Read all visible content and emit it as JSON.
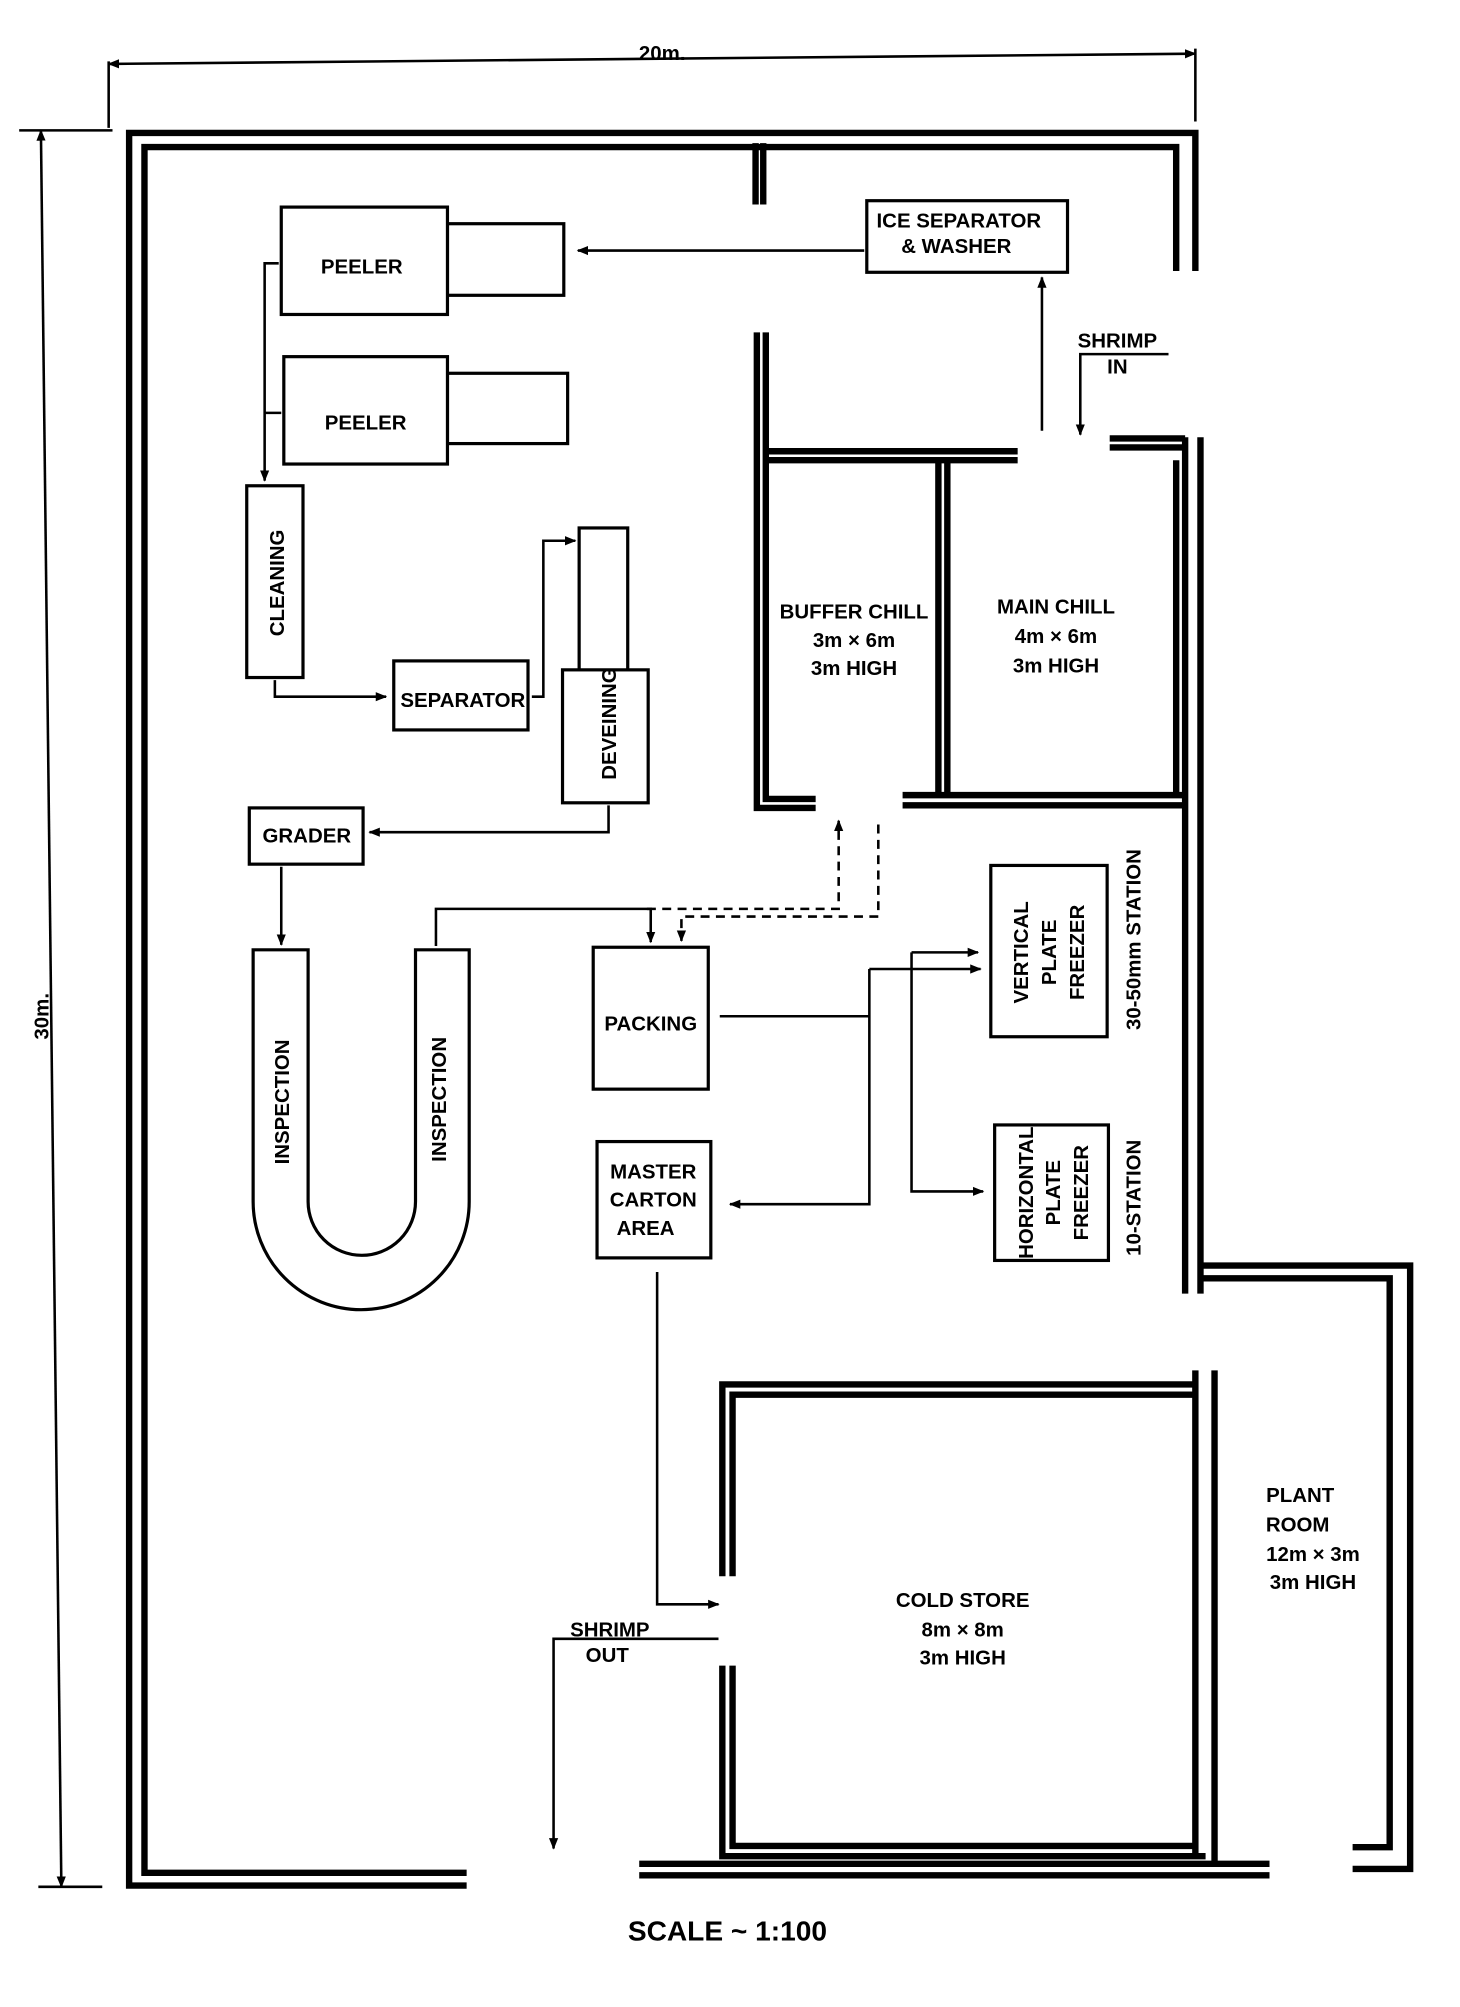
{
  "dimensions": {
    "width": "20m.",
    "height": "30m."
  },
  "scale": "SCALE ~ 1:100",
  "equipment": {
    "ice_separator": [
      "ICE SEPARATOR",
      "& WASHER"
    ],
    "peeler_1": "PEELER",
    "peeler_2": "PEELER",
    "cleaning": "CLEANING",
    "separator": "SEPARATOR",
    "deveining": "DEVEINING",
    "grader": "GRADER",
    "inspection_left": "INSPECTION",
    "inspection_right": "INSPECTION",
    "packing": "PACKING",
    "master_carton": [
      "MASTER",
      "CARTON",
      "AREA"
    ],
    "vertical_freezer": [
      "VERTICAL",
      "PLATE",
      "FREEZER"
    ],
    "vertical_station": "30-50mm STATION",
    "horizontal_freezer": [
      "HORIZONTAL",
      "PLATE",
      "FREEZER"
    ],
    "horizontal_station": "10-STATION"
  },
  "rooms": {
    "buffer_chill": [
      "BUFFER CHILL",
      "3m × 6m",
      "3m HIGH"
    ],
    "main_chill": [
      "MAIN CHILL",
      "4m × 6m",
      "3m HIGH"
    ],
    "cold_store": [
      "COLD STORE",
      "8m × 8m",
      "3m HIGH"
    ],
    "plant_room": [
      "PLANT",
      "ROOM",
      "12m × 3m",
      "3m HIGH"
    ]
  },
  "flows": {
    "shrimp_in": [
      "SHRIMP",
      "IN"
    ],
    "shrimp_out": [
      "SHRIMP",
      "OUT"
    ]
  }
}
